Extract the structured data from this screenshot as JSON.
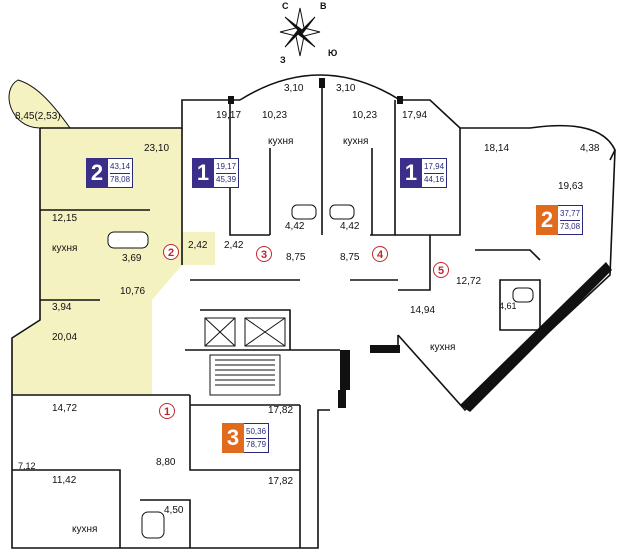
{
  "compass": {
    "n": "С",
    "e": "В",
    "s": "Ю",
    "w": "З"
  },
  "colors": {
    "highlight": "#f5f2c2",
    "wall": "#111111",
    "badge_purple": "#3b2d8a",
    "badge_orange": "#e26a1c",
    "entry_red": "#c0272d"
  },
  "apartments": [
    {
      "rooms": "2",
      "area_living": "43,14",
      "area_total": "78,08",
      "badge_color": "#3b2d8a"
    },
    {
      "rooms": "1",
      "area_living": "19,17",
      "area_total": "45,39",
      "badge_color": "#3b2d8a"
    },
    {
      "rooms": "1",
      "area_living": "17,94",
      "area_total": "44,16",
      "badge_color": "#3b2d8a"
    },
    {
      "rooms": "2",
      "area_living": "37,77",
      "area_total": "73,08",
      "badge_color": "#e26a1c"
    },
    {
      "rooms": "3",
      "area_living": "50,36",
      "area_total": "78,79",
      "badge_color": "#e26a1c"
    }
  ],
  "entries": [
    "1",
    "2",
    "3",
    "4",
    "5"
  ],
  "room_areas": {
    "a": "8,45(2,53)",
    "b": "23,10",
    "c": "12,15",
    "d": "3,69",
    "e": "2,42",
    "f": "10,76",
    "g": "3,94",
    "h": "20,04",
    "i": "19,17",
    "j": "3,10",
    "k": "3,10",
    "l": "10,23",
    "m": "10,23",
    "n": "17,94",
    "o": "2,42",
    "p": "4,42",
    "q": "4,42",
    "r": "8,75",
    "s": "8,75",
    "t": "18,14",
    "u": "4,38",
    "v": "19,63",
    "w": "12,72",
    "x": "4,61",
    "y": "14,94",
    "z": "14,72",
    "aa": "7,12",
    "ab": "8,80",
    "ac": "17,82",
    "ad": "17,82",
    "ae": "11,42",
    "af": "4,50"
  },
  "kitchen_label": "кухня"
}
